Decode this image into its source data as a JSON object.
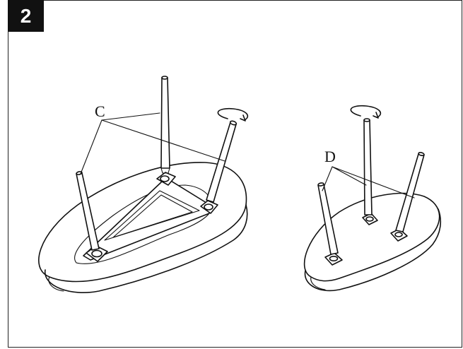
{
  "step": {
    "number": "2"
  },
  "callouts": {
    "c_label": "C",
    "d_label": "D"
  },
  "icons": {
    "rotate_left": "rotate-arrow-icon",
    "rotate_right": "rotate-arrow-icon"
  }
}
